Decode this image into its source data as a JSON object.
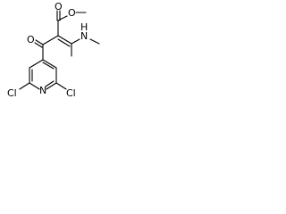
{
  "molecule": {
    "atoms": {
      "ester_carbonyl_o": "O",
      "ester_ether_o": "O",
      "ketone_o": "O",
      "amine_n": "N",
      "amine_h": "H",
      "pyridine_n": "N",
      "cl_left": "Cl",
      "cl_right": "Cl"
    }
  }
}
